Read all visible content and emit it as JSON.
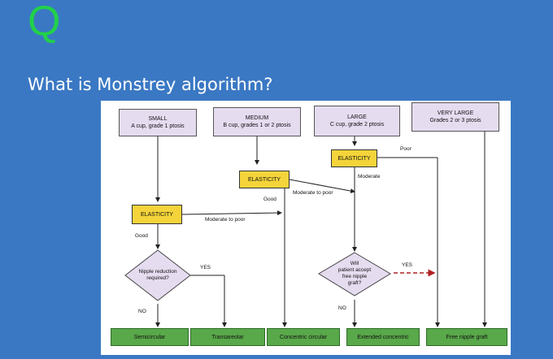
{
  "slide": {
    "q_mark": "Q",
    "title": "What is Monstrey algorithm?"
  },
  "diagram": {
    "size_boxes": [
      {
        "name": "SMALL",
        "detail": "A cup, grade 1 ptosis"
      },
      {
        "name": "MEDIUM",
        "detail": "B cup, grades 1 or 2 ptosis"
      },
      {
        "name": "LARGE",
        "detail": "C cup, grade 2 ptosis"
      },
      {
        "name": "VERY LARGE",
        "detail": "Grades 2 or 3 ptosis"
      }
    ],
    "elasticity_label": "ELASTICITY",
    "edge_labels": {
      "good_medium": "Good",
      "moderate_medium": "Moderate to poor",
      "moderate_small": "Moderate to poor",
      "good_small": "Good",
      "poor_large": "Poor",
      "moderate_large": "Moderate",
      "yes_small": "YES",
      "no_small": "NO",
      "yes_large": "YES",
      "no_large": "NO"
    },
    "decision_small": [
      "Nipple reduction",
      "required?"
    ],
    "decision_large": [
      "Will",
      "patient accept",
      "free nipple",
      "graft?"
    ],
    "outcomes": [
      "Semicircular",
      "Transareolar",
      "Concentric circular",
      "Extended concentric",
      "Free nipple graft"
    ]
  }
}
